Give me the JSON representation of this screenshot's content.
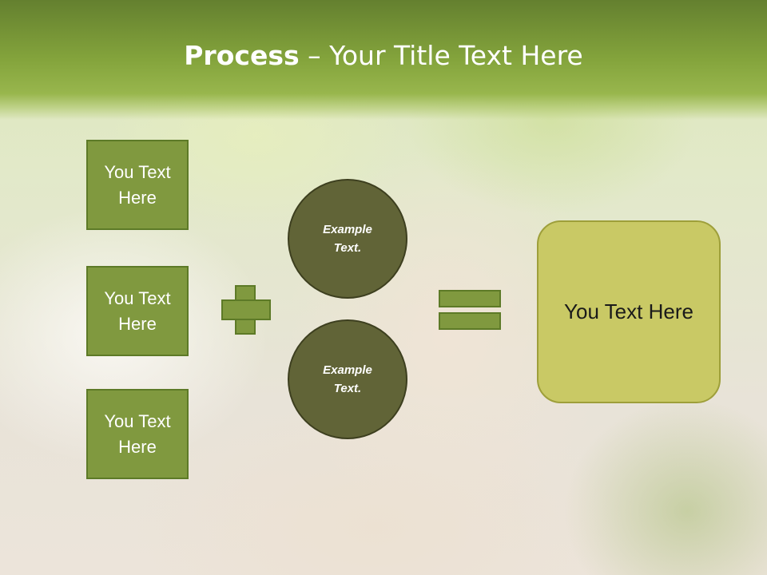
{
  "slide": {
    "title_bold": "Process",
    "title_rest": " – Your Title Text Here"
  },
  "inputs": [
    {
      "line1": "You Text",
      "line2": "Here"
    },
    {
      "line1": "You Text",
      "line2": "Here"
    },
    {
      "line1": "You Text",
      "line2": "Here"
    }
  ],
  "circles": [
    {
      "line1": "Example",
      "line2": "Text."
    },
    {
      "line1": "Example",
      "line2": "Text."
    }
  ],
  "result": {
    "text": "You Text Here"
  },
  "colors": {
    "header_green": "#84a43c",
    "box_green": "#80993f",
    "box_border": "#5d7a27",
    "circle_olive": "#616437",
    "result_yellow": "#c9c965"
  }
}
